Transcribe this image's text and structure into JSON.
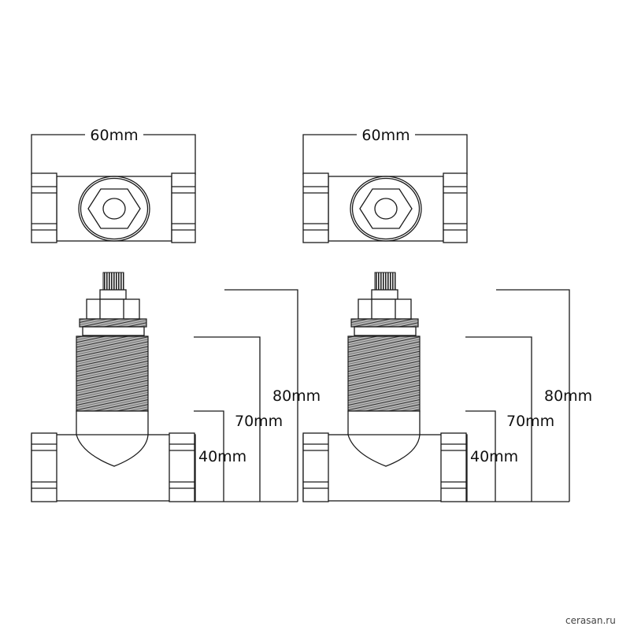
{
  "drawings": [
    {
      "top_view": {
        "width_label": "60mm"
      },
      "side_view": {
        "height_labels": {
          "h80": "80mm",
          "h70": "70mm",
          "h40": "40mm"
        }
      }
    },
    {
      "top_view": {
        "width_label": "60mm"
      },
      "side_view": {
        "height_labels": {
          "h80": "80mm",
          "h70": "70mm",
          "h40": "40mm"
        }
      }
    }
  ],
  "watermark": "cerasan.ru",
  "colors": {
    "line": "#1a1a1a",
    "thread": "#9a9a9a"
  }
}
